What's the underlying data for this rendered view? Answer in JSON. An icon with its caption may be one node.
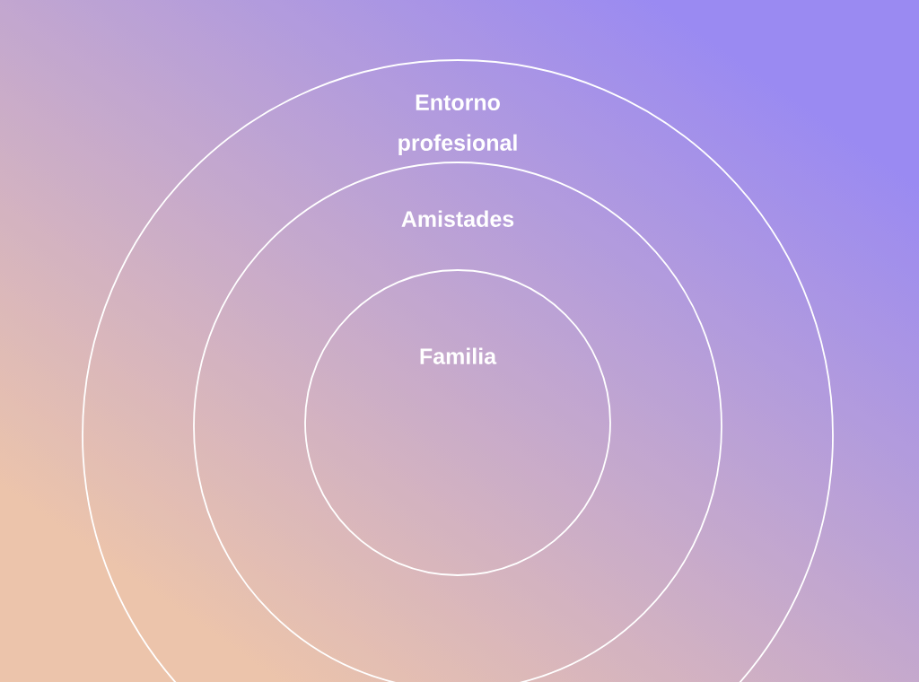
{
  "diagram": {
    "nodes": [
      {
        "text": [
          "Entorno profesional"
        ]
      },
      {
        "text": [
          "Amistades"
        ],
        "in": 0
      },
      {
        "text": [
          "Familia"
        ],
        "in": 1
      }
    ]
  }
}
